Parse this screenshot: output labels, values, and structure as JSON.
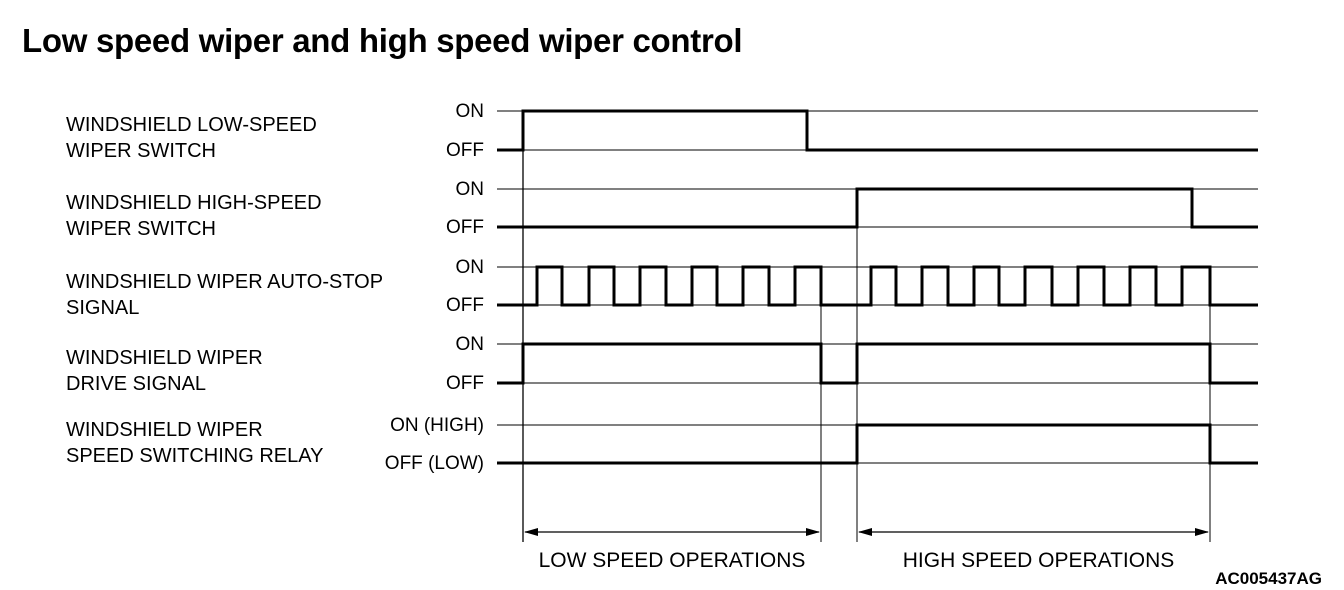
{
  "title": "Low speed wiper and high speed wiper control",
  "colors": {
    "line": "#000000",
    "background": "#ffffff"
  },
  "signals": [
    {
      "name_lines": [
        "WINDSHIELD LOW-SPEED",
        "WIPER SWITCH"
      ],
      "high_label": "ON",
      "low_label": "OFF",
      "waveform": [
        [
          "start",
          "low"
        ],
        [
          "t0",
          "high"
        ],
        [
          "t1",
          "low"
        ]
      ]
    },
    {
      "name_lines": [
        "WINDSHIELD HIGH-SPEED",
        "WIPER SWITCH"
      ],
      "high_label": "ON",
      "low_label": "OFF",
      "waveform": [
        [
          "start",
          "low"
        ],
        [
          "t3",
          "high"
        ],
        [
          "t4",
          "low"
        ]
      ]
    },
    {
      "name_lines": [
        "WINDSHIELD WIPER AUTO-STOP",
        "SIGNAL"
      ],
      "high_label": "ON",
      "low_label": "OFF",
      "waveform": "pulse-train"
    },
    {
      "name_lines": [
        "WINDSHIELD WIPER",
        "DRIVE SIGNAL"
      ],
      "high_label": "ON",
      "low_label": "OFF",
      "waveform": [
        [
          "start",
          "low"
        ],
        [
          "t0",
          "high"
        ],
        [
          "t2",
          "low"
        ],
        [
          "t3",
          "high"
        ],
        [
          "t5",
          "low"
        ]
      ]
    },
    {
      "name_lines": [
        "WINDSHIELD WIPER",
        "SPEED SWITCHING RELAY"
      ],
      "high_label": "ON (HIGH)",
      "low_label": "OFF (LOW)",
      "waveform": [
        [
          "start",
          "low"
        ],
        [
          "t3",
          "high"
        ],
        [
          "t5",
          "low"
        ]
      ]
    }
  ],
  "operations": [
    {
      "label": "LOW SPEED OPERATIONS",
      "from": "t0",
      "to": "t2"
    },
    {
      "label": "HIGH SPEED OPERATIONS",
      "from": "t3",
      "to": "t5"
    }
  ],
  "reference_code": "AC005437AG"
}
